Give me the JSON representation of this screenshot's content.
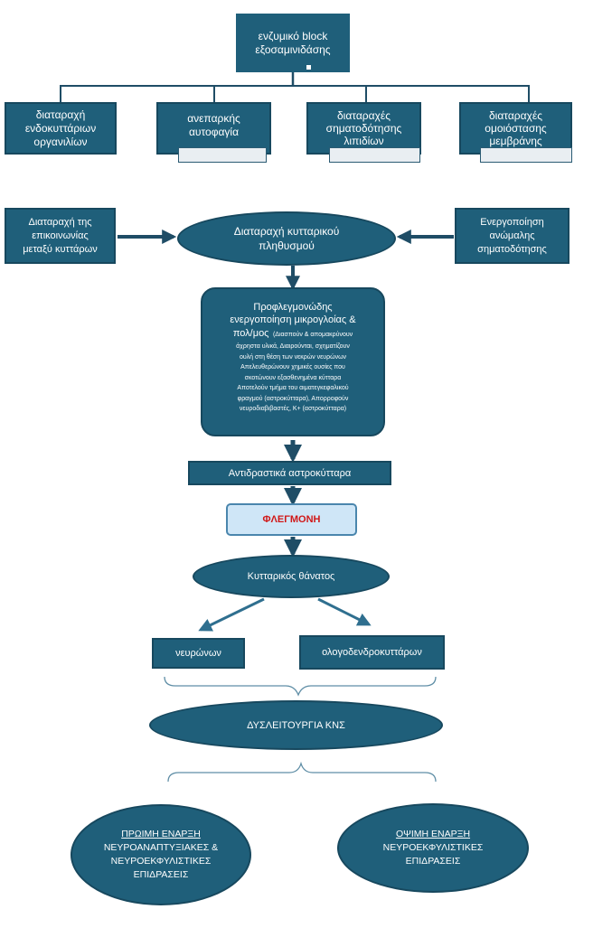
{
  "top": {
    "line1": "ενζυμικό block",
    "line2": "εξοσαμινιδάσης"
  },
  "row1": [
    {
      "lines": [
        "διαταραχή",
        "ενδοκυττάριων",
        "οργανιλίων"
      ]
    },
    {
      "lines": [
        "ανεπαρκής",
        "αυτοφαγία"
      ]
    },
    {
      "lines": [
        "διαταραχές",
        "σηματοδότησης",
        "λιπιδίων"
      ]
    },
    {
      "lines": [
        "διαταραχές",
        "ομοιόστασης",
        "μεμβράνης"
      ]
    }
  ],
  "left_box": {
    "lines": [
      "Διαταραχή της",
      "επικοινωνίας",
      "μεταξύ κυττάρων"
    ]
  },
  "right_box": {
    "lines": [
      "Ενεργοποίηση",
      "ανώμαλης",
      "σηματοδότησης"
    ]
  },
  "center_ellipse": {
    "lines": [
      "Διαταραχή κυτταρικού",
      "πληθυσμού"
    ]
  },
  "microglia": {
    "title_lines": [
      "Προφλεγμονώδης",
      "ενεργοποίηση μικρογλοίας  &"
    ],
    "title_last": "πολ/μος",
    "details_first": "(Διασπούν & απομακρύνουν",
    "details": [
      "άχρηστα υλικά, Διαιρούνται, σχηματίζουν",
      "ουλή στη θέση των νεκρών νευρώνων",
      "Απελευθερώνουν χημικές ουσίες που",
      "σκοτώνουν εξασθενημένα κύτταρα",
      "Αποτελούν τμήμα του αιματεγκεφαλικού",
      "φραγμού (αστροκύτταρα), Απορροφούν",
      "νευροδιαβιβαστές, K+ (αστροκύτταρα)"
    ]
  },
  "astro": "Αντιδραστικά αστροκύτταρα",
  "inflammation": "ΦΛΕΓΜΟΝΗ",
  "death": "Κυτταρικός θάνατος",
  "neurons": "νευρώνων",
  "oligo": "ολογοδενδροκυττάρων",
  "cns": "ΔΥΣΛΕΙΤΟΥΡΓΙΑ ΚΝΣ",
  "early": {
    "title": "ΠΡΩΙΜΗ ΕΝΑΡΞΗ",
    "lines": [
      "ΝΕΥΡΟΑΝΑΠΤΥΞΙΑΚΕΣ &",
      "ΝΕΥΡΟΕΚΦΥΛΙΣΤΙΚΕΣ",
      "ΕΠΙΔΡΑΣΕΙΣ"
    ]
  },
  "late": {
    "title": "ΟΨΙΜΗ ΕΝΑΡΞΗ",
    "lines": [
      "ΝΕΥΡΟΕΚΦΥΛΙΣΤΙΚΕΣ",
      "ΕΠΙΔΡΑΣΕΙΣ"
    ]
  },
  "colors": {
    "fill": "#1f5f7a",
    "border": "#17485e",
    "inflammation_text": "#d01818",
    "inflammation_fill": "#cfe6f7"
  }
}
